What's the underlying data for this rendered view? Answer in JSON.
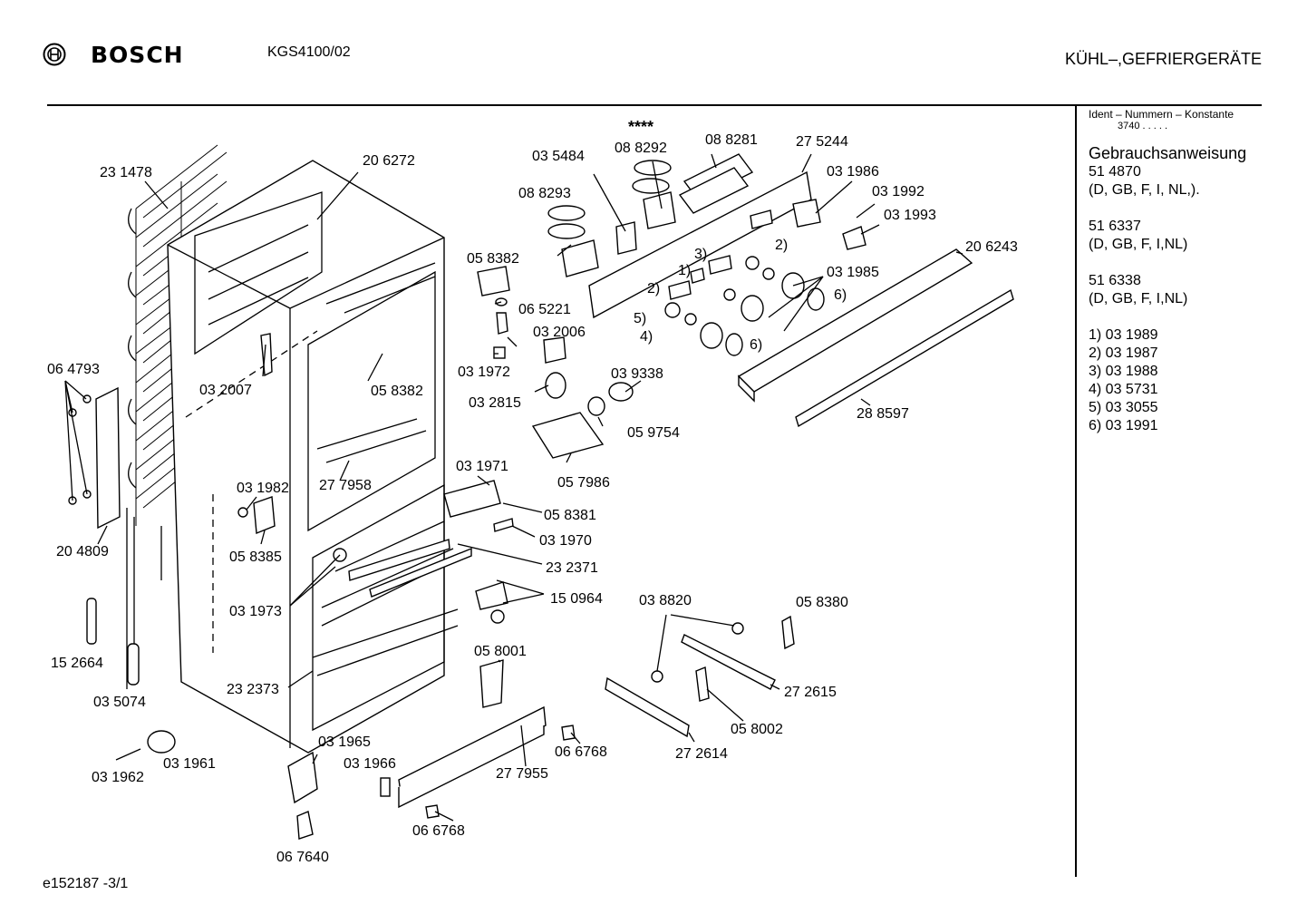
{
  "header": {
    "brand": "BOSCH",
    "model": "KGS4100/02",
    "category": "KÜHL–,GEFRIERGERÄTE"
  },
  "sidebar": {
    "konstante_label": "Ident – Nummern – Konstante",
    "konstante_value": "3740  .  .  .  .  .",
    "doc_title": "Gebrauchsanweisung",
    "manuals": [
      {
        "number": "51 4870",
        "langs": "(D, GB, F, I, NL,)."
      },
      {
        "number": "51 6337",
        "langs": "(D, GB, F, I,NL)"
      },
      {
        "number": "51 6338",
        "langs": "(D, GB, F, I,NL)"
      }
    ],
    "footnotes": [
      "1) 03 1989",
      "2) 03 1987",
      "3) 03 1988",
      "4) 03 5731",
      "5) 03 3055",
      "6) 03 1991"
    ]
  },
  "footer": {
    "ref": "e152187   -3/1"
  },
  "labels": [
    "23 1478",
    "20 6272",
    "06 4793",
    "20 4809",
    "15 2664",
    "03 5074",
    "03 1962",
    "03 1961",
    "03 2007",
    "03 1982",
    "05 8385",
    "03 1973",
    "23 2373",
    "03 1965",
    "03 1966",
    "06 7640",
    "27 7958",
    "05 8382",
    "05 8382",
    "06 5221",
    "03 2006",
    "03 1972",
    "03 2815",
    "05 7986",
    "03 9338",
    "05 9754",
    "03 5484",
    "08 8293",
    "****",
    "08 8292",
    "08 8281",
    "27 5244",
    "03 1986",
    "03 1992",
    "03 1993",
    "20 6243",
    "03 1985",
    "28 8597",
    "03 1971",
    "05 8381",
    "03 1970",
    "23 2371",
    "15 0964",
    "05 8001",
    "27 7955",
    "06 6768",
    "06 6768",
    "03 8820",
    "05 8380",
    "27 2615",
    "05 8002",
    "27 2614",
    "1)",
    "2)",
    "3)",
    "2)",
    "2)",
    "5)",
    "4)",
    "6)",
    "6)"
  ]
}
